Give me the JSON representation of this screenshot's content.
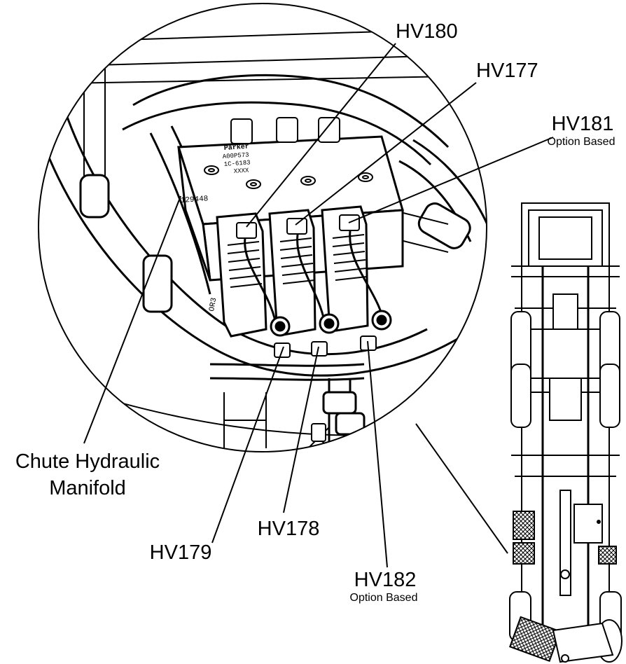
{
  "callouts": {
    "hv180": {
      "code": "HV180"
    },
    "hv177": {
      "code": "HV177"
    },
    "hv181": {
      "code": "HV181",
      "note": "Option Based"
    },
    "hv179": {
      "code": "HV179"
    },
    "hv178": {
      "code": "HV178"
    },
    "hv182": {
      "code": "HV182",
      "note": "Option Based"
    },
    "manifold": {
      "line1": "Chute Hydraulic",
      "line2": "Manifold"
    }
  },
  "part_marks": {
    "brand": "Parker",
    "code1": "A00P573",
    "code2": "1C-6183",
    "code3": "XXXX",
    "serial": "129448",
    "edge": "OR3"
  },
  "colors": {
    "ink": "#000000",
    "paper": "#ffffff",
    "shade": "#cfcfcf"
  }
}
